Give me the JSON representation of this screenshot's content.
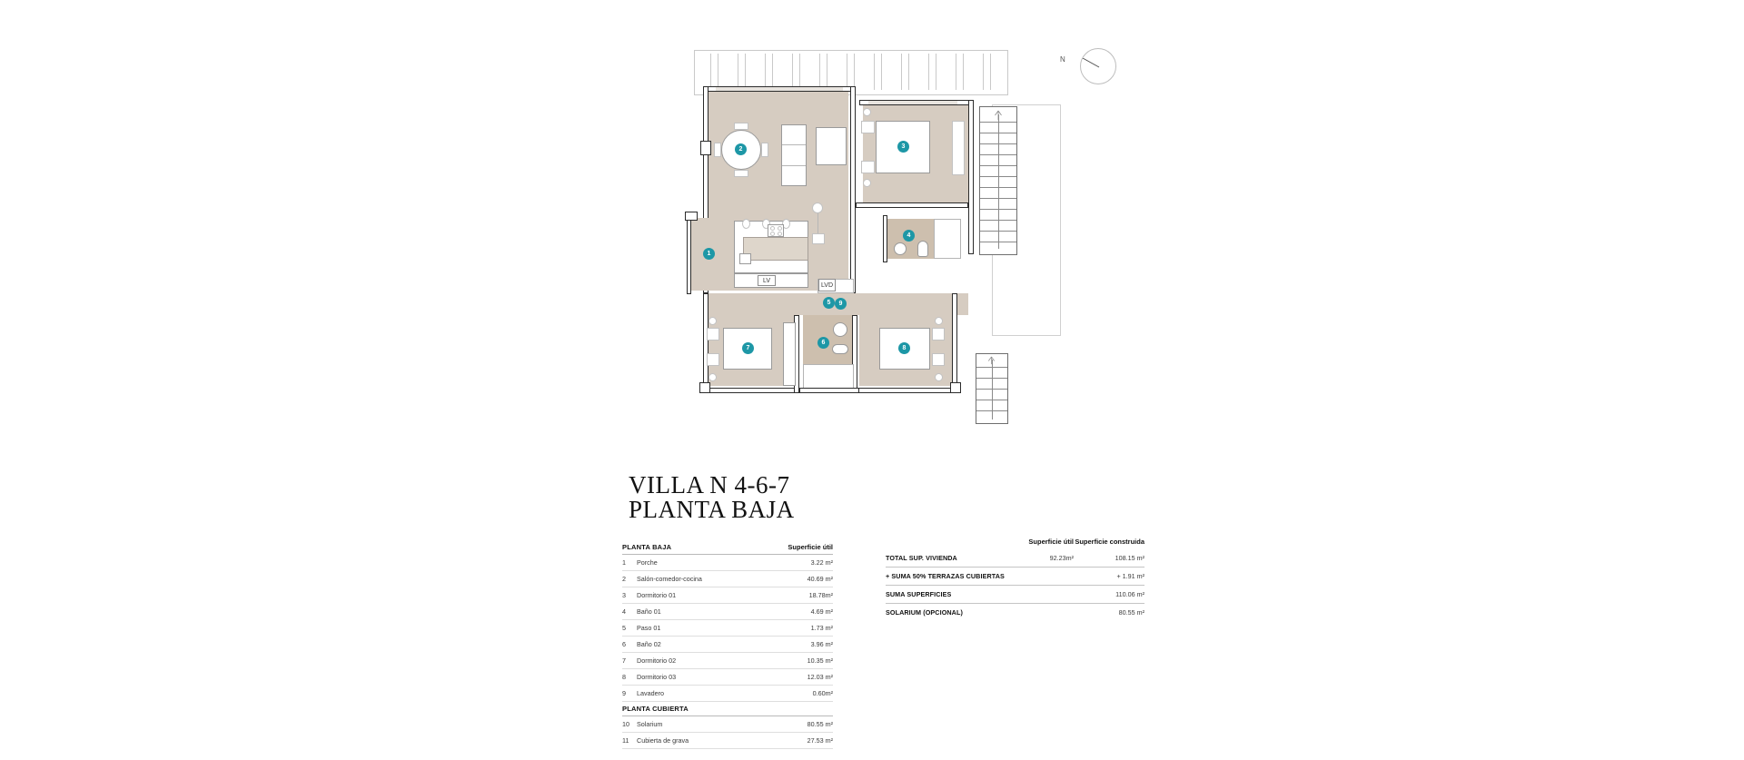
{
  "title": {
    "line1": "VILLA N 4-6-7",
    "line2": "PLANTA BAJA"
  },
  "compass": {
    "north_label": "N",
    "icon": "compass-rose-icon"
  },
  "plan": {
    "appliance_labels": [
      {
        "name": "dishwasher",
        "text": "LV"
      },
      {
        "name": "washing-machine",
        "text": "LVD"
      }
    ],
    "markers": [
      {
        "n": "1",
        "room": "Porche"
      },
      {
        "n": "2",
        "room": "Salón-comedor-cocina"
      },
      {
        "n": "3",
        "room": "Dormitorio 01"
      },
      {
        "n": "4",
        "room": "Baño 01"
      },
      {
        "n": "5",
        "room": "Paso 01"
      },
      {
        "n": "6",
        "room": "Baño 02"
      },
      {
        "n": "7",
        "room": "Dormitorio 02"
      },
      {
        "n": "8",
        "room": "Dormitorio 03"
      },
      {
        "n": "9",
        "room": "Lavadero"
      }
    ],
    "marker_color": "#1d97a6",
    "floor_color": "#d6ccc1",
    "wet_floor_color": "#cdbfae"
  },
  "table_left": {
    "section1_title": "PLANTA BAJA",
    "section1_header": "Superficie útil",
    "rows1": [
      {
        "idx": "1",
        "name": "Porche",
        "value": "3.22 m²"
      },
      {
        "idx": "2",
        "name": "Salón-comedor-cocina",
        "value": "40.69 m²"
      },
      {
        "idx": "3",
        "name": "Dormitorio 01",
        "value": "18.78m²"
      },
      {
        "idx": "4",
        "name": "Baño 01",
        "value": "4.69 m²"
      },
      {
        "idx": "5",
        "name": "Paso 01",
        "value": "1.73 m²"
      },
      {
        "idx": "6",
        "name": "Baño 02",
        "value": "3.96 m²"
      },
      {
        "idx": "7",
        "name": "Dormitorio 02",
        "value": "10.35 m²"
      },
      {
        "idx": "8",
        "name": "Dormitorio 03",
        "value": "12.03 m²"
      },
      {
        "idx": "9",
        "name": "Lavadero",
        "value": "0.60m²"
      }
    ],
    "section2_title": "PLANTA CUBIERTA",
    "rows2": [
      {
        "idx": "10",
        "name": "Solarium",
        "value": "80.55 m²"
      },
      {
        "idx": "11",
        "name": "Cubierta de grava",
        "value": "27.53 m²"
      }
    ]
  },
  "table_right": {
    "header_col1": "Superficie útil",
    "header_col2": "Superficie construida",
    "rows": [
      {
        "name": "TOTAL SUP. VIVIENDA",
        "c1": "92.23m²",
        "c2": "108.15 m²"
      },
      {
        "name": "+ SUMA 50% TERRAZAS CUBIERTAS",
        "c1": "",
        "c2": "+ 1.91 m²"
      },
      {
        "name": "SUMA SUPERFICIES",
        "c1": "",
        "c2": "110.06 m²"
      },
      {
        "name": "SOLARIUM (OPCIONAL)",
        "c1": "",
        "c2": "80.55 m²"
      }
    ]
  }
}
